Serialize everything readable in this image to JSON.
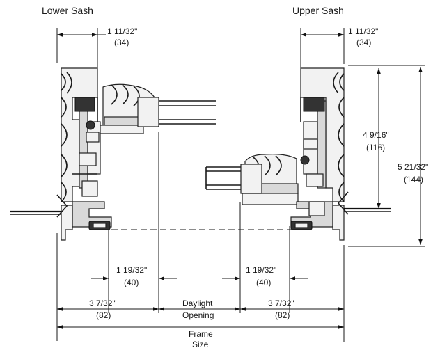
{
  "titles": {
    "lower_sash": "Lower Sash",
    "upper_sash": "Upper Sash"
  },
  "dimensions": {
    "lower_sash_top": {
      "imperial": "1 11/32\"",
      "metric": "(34)"
    },
    "upper_sash_top": {
      "imperial": "1 11/32\"",
      "metric": "(34)"
    },
    "upper_height_inner": {
      "imperial": "4 9/16\"",
      "metric": "(116)"
    },
    "upper_height_outer": {
      "imperial": "5 21/32\"",
      "metric": "(144)"
    },
    "lower_sightline": {
      "imperial": "1 19/32\"",
      "metric": "(40)"
    },
    "upper_sightline": {
      "imperial": "1 19/32\"",
      "metric": "(40)"
    },
    "lower_frame_width": {
      "imperial": "3 7/32\"",
      "metric": "(82)"
    },
    "upper_frame_width": {
      "imperial": "3 7/32\"",
      "metric": "(82)"
    },
    "daylight_opening": {
      "line1": "Daylight",
      "line2": "Opening"
    },
    "frame_size": {
      "line1": "Frame",
      "line2": "Size"
    }
  }
}
